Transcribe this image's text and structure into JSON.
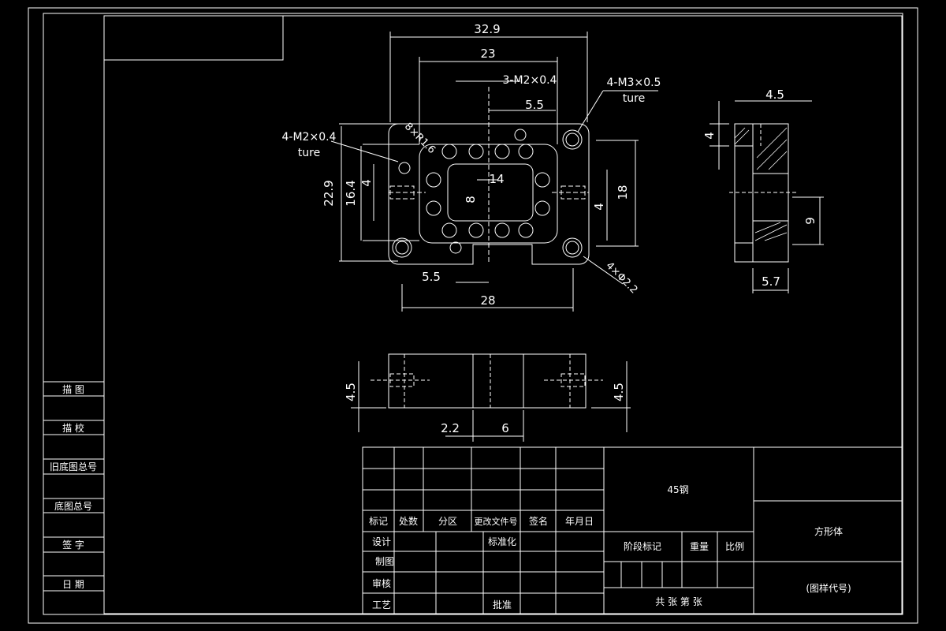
{
  "title_block": {
    "row_labels": [
      "标记",
      "处数",
      "分区",
      "更改文件号",
      "签名",
      "年月日"
    ],
    "sign_labels": [
      "设计",
      "制图",
      "审核",
      "工艺"
    ],
    "std_label": "标准化",
    "approve_label": "批准",
    "material": "45钢",
    "part_name": "方形体",
    "drawing_code": "(图样代号)",
    "stage_label": "阶段标记",
    "weight_label": "重量",
    "scale_label": "比例",
    "sheets_label": "共  张  第  张"
  },
  "side_column": {
    "labels": [
      "描  图",
      "描  校",
      "旧底图总号",
      "底图总号",
      "签  字",
      "日  期"
    ]
  },
  "dimensions": {
    "top_width": "32.9",
    "inner_width": "23",
    "thread_m2": "3-M2×0.4",
    "thread_m3": "4-M3×0.5",
    "ture1": "ture",
    "pitch_top": "5.5",
    "thread_left": "4-M2×0.4",
    "ture2": "ture",
    "radius": "8×R1.6",
    "height_total": "22.9",
    "height_inner": "16.4",
    "left_gap": "4",
    "slot_w": "14",
    "slot_h": "8",
    "right_h": "18",
    "right_gap": "4",
    "holes": "4×Φ2.2",
    "pitch_bottom": "5.5",
    "bottom_width": "28",
    "side_top": "4.5",
    "side_small": "4",
    "side_nine": "9",
    "side_bottom": "5.7",
    "front_left": "4.5",
    "front_right": "4.5",
    "front_a": "2.2",
    "front_b": "6"
  }
}
